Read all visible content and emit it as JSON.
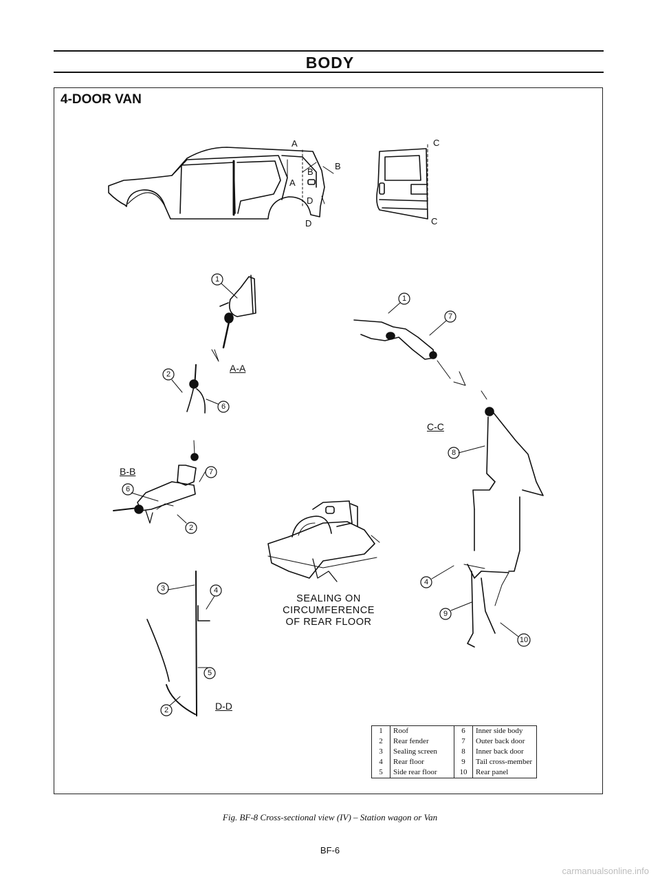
{
  "header": {
    "title": "BODY"
  },
  "section": {
    "title": "4-DOOR VAN"
  },
  "overview": {
    "label_a_top": "A",
    "label_a_bottom": "A",
    "label_b_left": "B",
    "label_b_right": "B",
    "label_c_top": "C",
    "label_c_bottom": "C",
    "label_d_top": "D",
    "label_d_bottom": "D"
  },
  "views": {
    "aa": "A-A",
    "bb": "B-B",
    "cc": "C-C",
    "dd": "D-D"
  },
  "callouts": [
    "1",
    "2",
    "3",
    "4",
    "5",
    "6",
    "7",
    "8",
    "9",
    "10"
  ],
  "sealing_note": {
    "line1": "SEALING ON",
    "line2": "CIRCUMFERENCE",
    "line3": "OF REAR FLOOR"
  },
  "legend": {
    "left": [
      {
        "num": "1",
        "name": "Roof"
      },
      {
        "num": "2",
        "name": "Rear fender"
      },
      {
        "num": "3",
        "name": "Sealing screen"
      },
      {
        "num": "4",
        "name": "Rear floor"
      },
      {
        "num": "5",
        "name": "Side rear floor"
      }
    ],
    "right": [
      {
        "num": "6",
        "name": "Inner side body"
      },
      {
        "num": "7",
        "name": "Outer back door"
      },
      {
        "num": "8",
        "name": "Inner back door"
      },
      {
        "num": "9",
        "name": "Tail cross-member"
      },
      {
        "num": "10",
        "name": "Rear panel"
      }
    ]
  },
  "caption": "Fig. BF-8 Cross-sectional view (IV) – Station wagon or Van",
  "page_number": "BF-6",
  "watermark": "carmanualsonline.info"
}
